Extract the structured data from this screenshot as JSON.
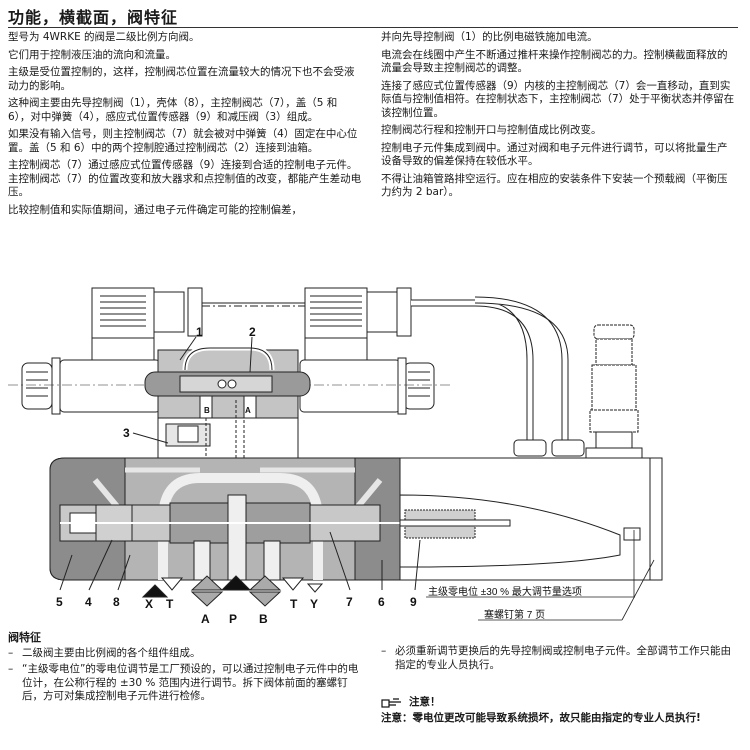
{
  "header": {
    "title": "功能，横截面，阀特征"
  },
  "left_column": {
    "paragraphs": [
      "型号为 4WRKE 的阀是二级比例方向阀。",
      "它们用于控制液压油的流向和流量。",
      "主级是受位置控制的，这样，控制阀芯位置在流量较大的情况下也不会受液动力的影响。",
      "这种阀主要由先导控制阀（1），壳体（8），主控制阀芯（7），盖（5 和 6），对中弹簧（4），感应式位置传感器（9）和减压阀（3）组成。",
      "如果没有输入信号，则主控制阀芯（7）就会被对中弹簧（4）固定在中心位置。盖（5 和 6）中的两个控制腔通过控制阀芯（2）连接到油箱。",
      "主控制阀芯（7）通过感应式位置传感器（9）连接到合适的控制电子元件。主控制阀芯（7）的位置改变和放大器求和点控制值的改变，都能产生差动电压。",
      "比较控制值和实际值期间，通过电子元件确定可能的控制偏差，"
    ]
  },
  "right_column": {
    "paragraphs": [
      "并向先导控制阀（1）的比例电磁铁施加电流。",
      "电流会在线圈中产生不断通过推杆来操作控制阀芯的力。控制横截面释放的流量会导致主控制阀芯的调整。",
      "连接了感应式位置传感器（9）内核的主控制阀芯（7）会一直移动，直到实际值与控制值相符。在控制状态下，主控制阀芯（7）处于平衡状态并停留在该控制位置。",
      "控制阀芯行程和控制开口与控制值成比例改变。",
      "控制电子元件集成到阀中。通过对阀和电子元件进行调节，可以将批量生产设备导致的偏差保持在较低水平。",
      "不得让油箱管路排空运行。应在相应的安装条件下安装一个预载阀（平衡压力约为 2 bar）。"
    ]
  },
  "diagram": {
    "callouts": [
      "1",
      "2",
      "3",
      "4",
      "5",
      "6",
      "7",
      "8",
      "9"
    ],
    "ports_top_row": [
      "X",
      "T",
      "T",
      "Y"
    ],
    "ports_bottom_row": [
      "A",
      "P",
      "B"
    ],
    "internal_labels": [
      "B",
      "A"
    ],
    "annotation_zero": "主级零电位 ±30 % 最大调节量选项",
    "annotation_plug": "塞螺钉第 7 页",
    "colors": {
      "body_gray": "#b4b4b4",
      "dark_gray": "#8c8c8c",
      "light_gray": "#d8d8d8",
      "line": "#222222"
    }
  },
  "features": {
    "heading": "阀特征",
    "left_items": [
      "二级阀主要由比例阀的各个组件组成。",
      "“主级零电位”的零电位调节是工厂预设的，可以通过控制电子元件中的电位计，在公称行程的 ±30 % 范围内进行调节。拆下阀体前面的塞螺钉后，方可对集成控制电子元件进行检修。"
    ],
    "right_items": [
      "必须重新调节更换后的先导控制阀或控制电子元件。全部调节工作只能由指定的专业人员执行。"
    ],
    "note": {
      "icon": "pointing-hand-icon",
      "heading": "注意！",
      "body": "注意：零电位更改可能导致系统损坏，故只能由指定的专业人员执行!"
    },
    "dash": "–"
  }
}
